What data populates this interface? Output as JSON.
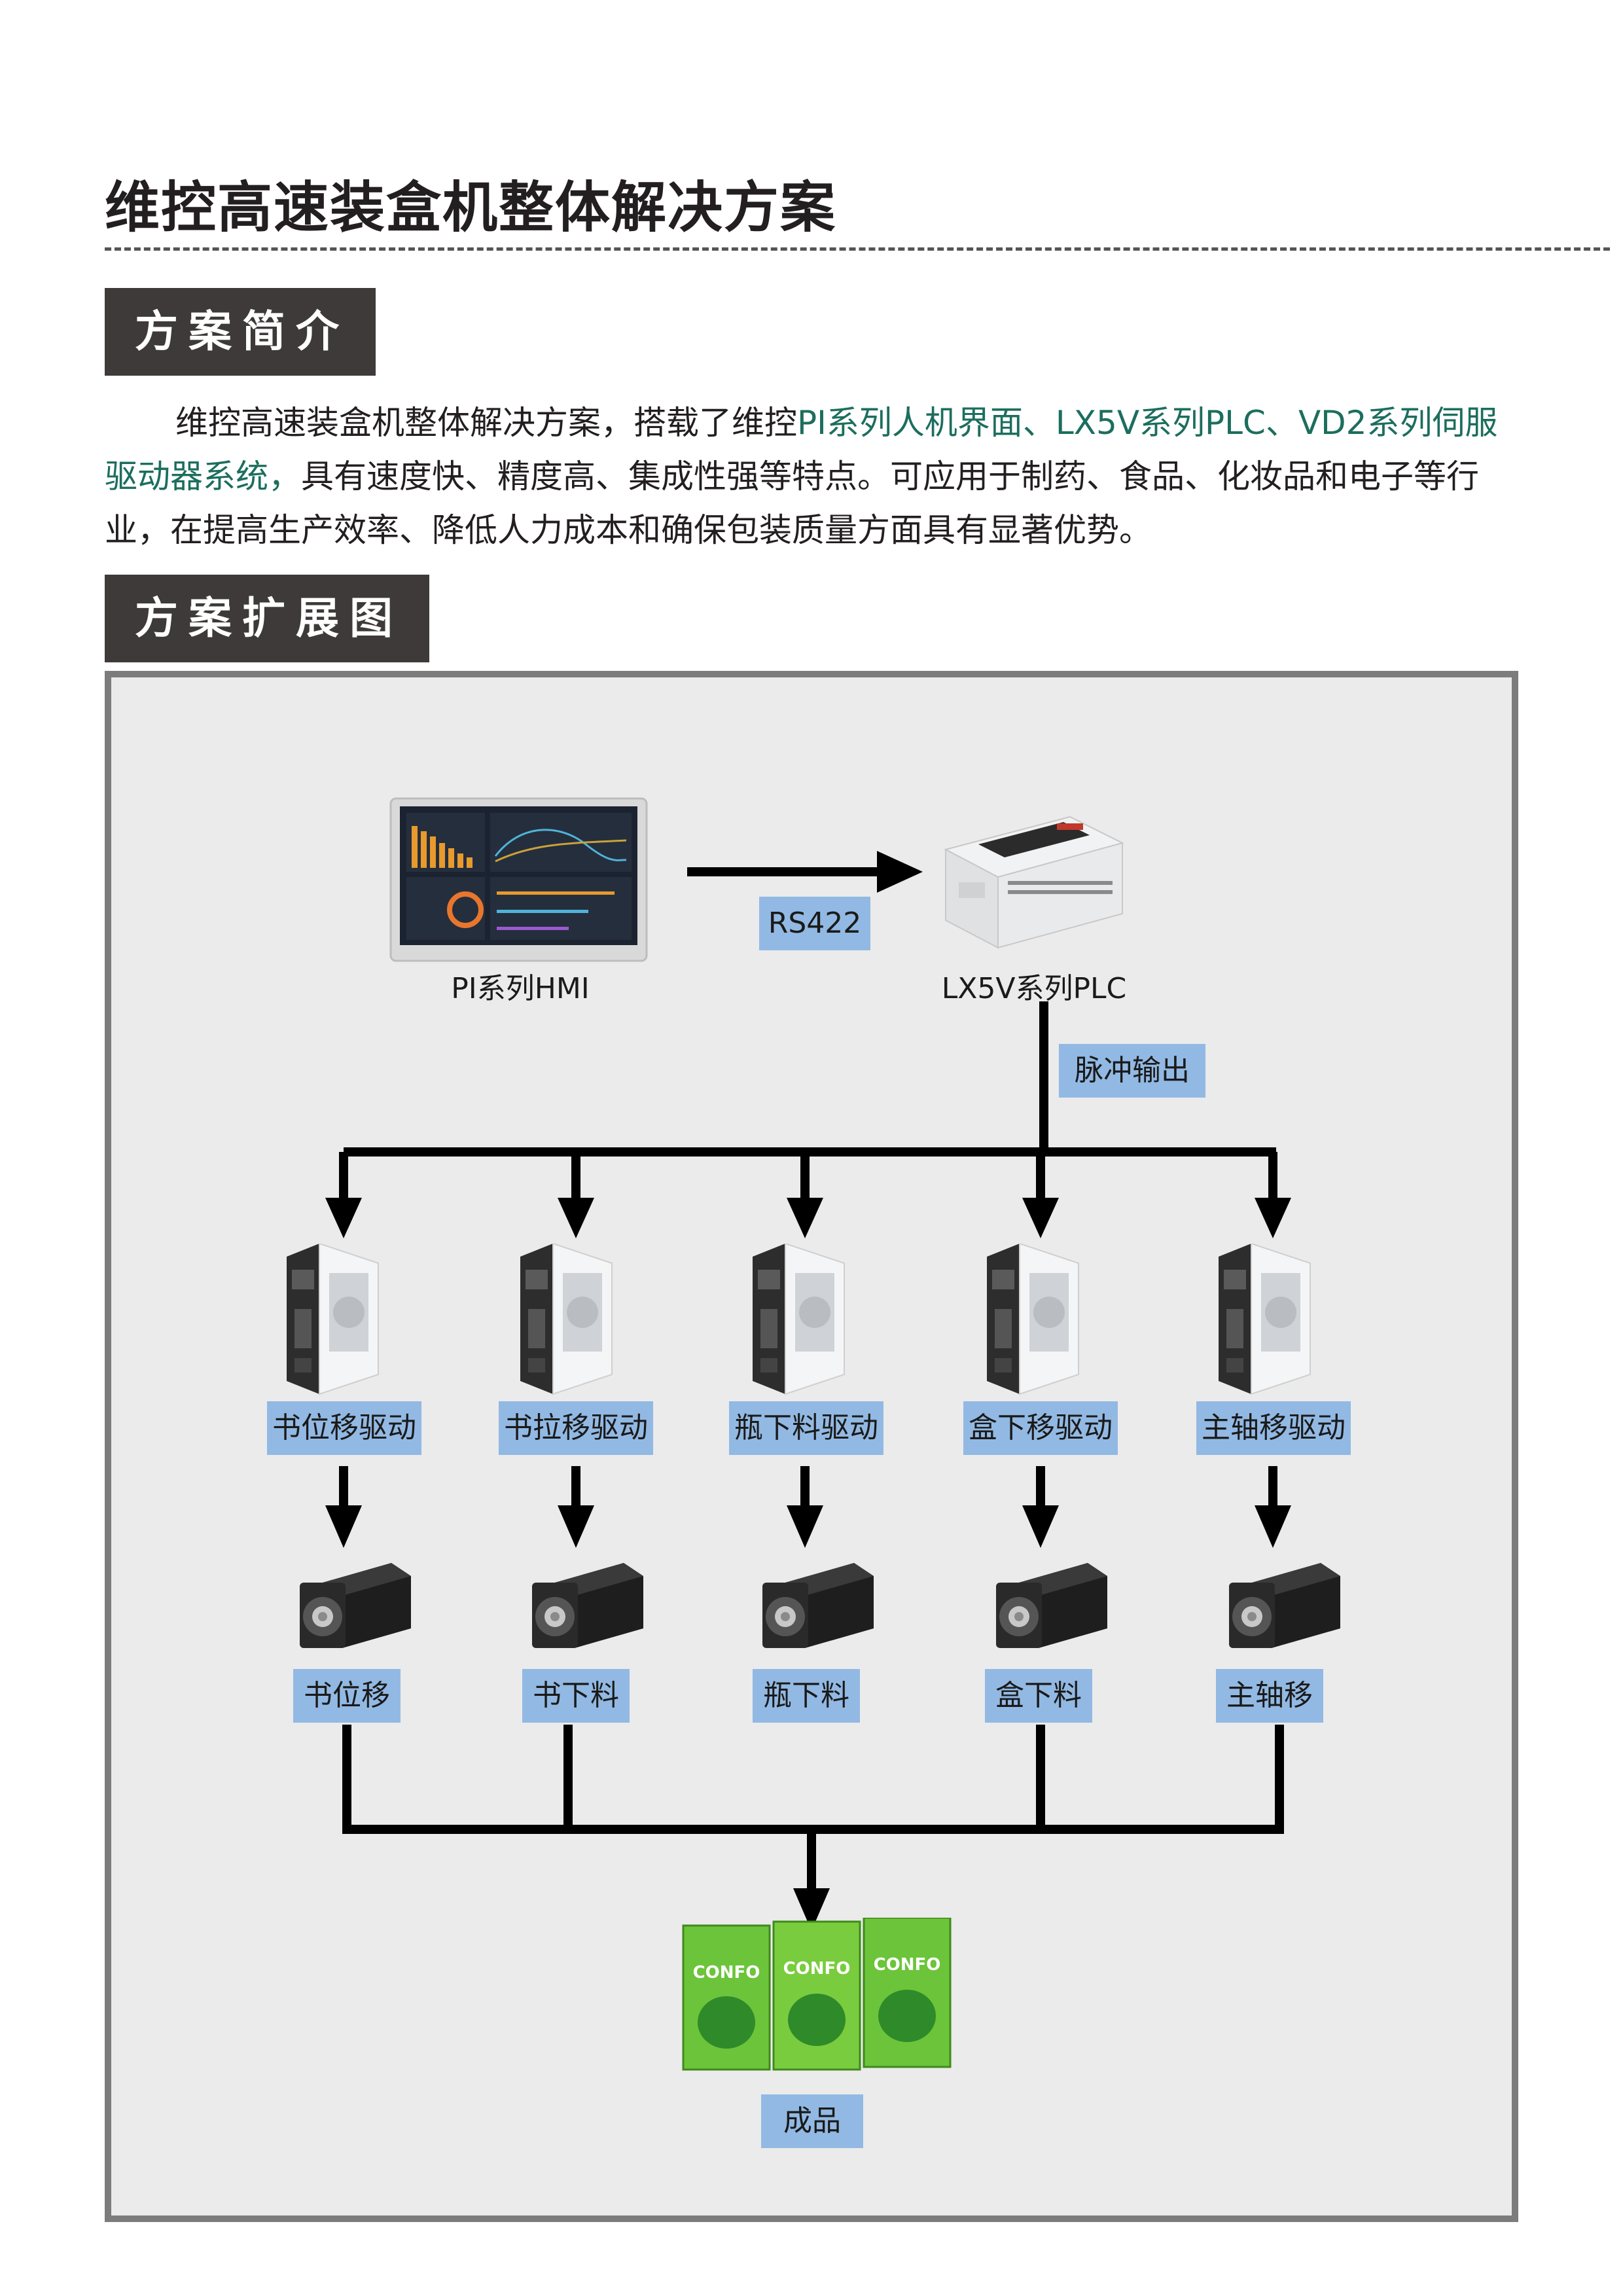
{
  "page_title": "维控高速装盒机整体解决方案",
  "section_intro": "方案简介",
  "intro": {
    "lead": "维控高速装盒机整体解决方案，搭载了维控",
    "highlight": "PI系列人机界面、LX5V系列PLC、VD2系列伺服驱动器系统，",
    "rest": "具有速度快、精度高、集成性强等特点。可应用于制药、食品、化妆品和电子等行业，在提高生产效率、降低人力成本和确保包装质量方面具有显著优势。"
  },
  "section_diagram": "方案扩展图",
  "diagram": {
    "hmi_label": "PI系列HMI",
    "plc_label": "LX5V系列PLC",
    "link_label": "RS422",
    "pulse_label": "脉冲输出",
    "drives": [
      "书位移驱动",
      "书拉移驱动",
      "瓶下料驱动",
      "盒下移驱动",
      "主轴移驱动"
    ],
    "motors": [
      "书位移",
      "书下料",
      "瓶下料",
      "盒下料",
      "主轴移"
    ],
    "product_label": "成品",
    "product_brand": "CONFO",
    "colors": {
      "label_bg": "#92b9e3",
      "panel_bg": "#ebebeb",
      "header_bg": "#3e3a39",
      "highlight": "#1c6e5e"
    }
  }
}
